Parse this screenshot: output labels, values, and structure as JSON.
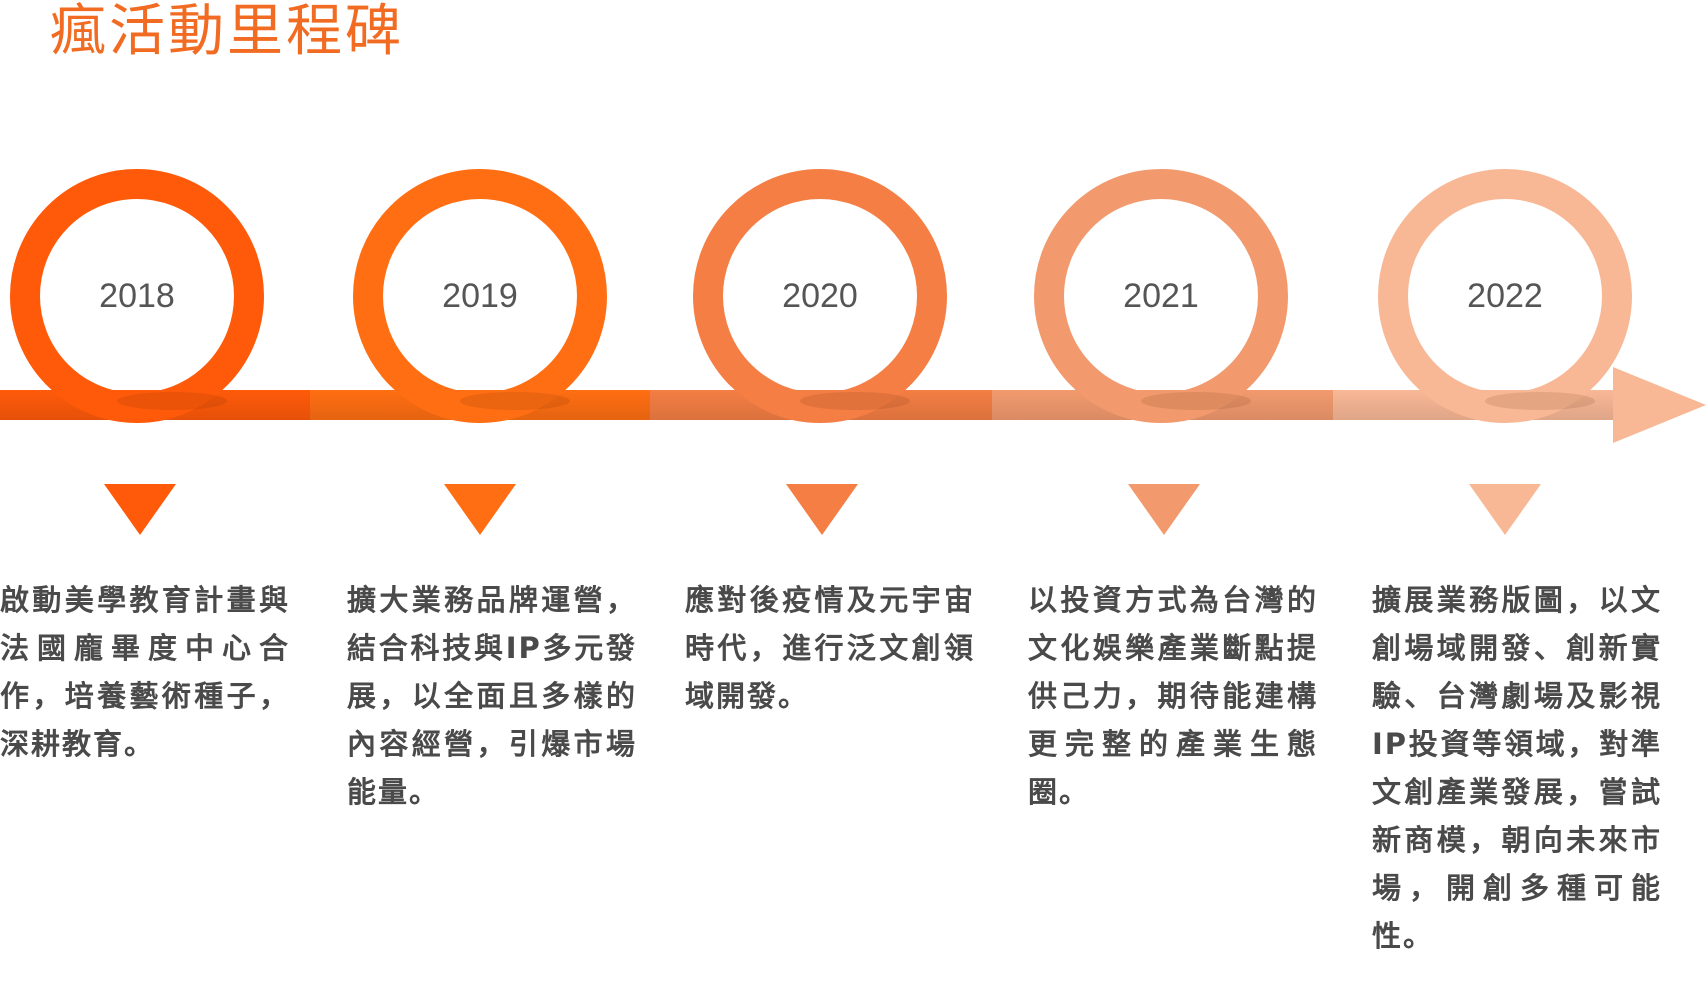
{
  "title": "瘋活動里程碑",
  "milestones": [
    {
      "year": "2018",
      "text": "啟動美學教育計畫與法國龐畢度中心合作，培養藝術種子，深耕教育。",
      "color": "#ff5a0a"
    },
    {
      "year": "2019",
      "text": "擴大業務品牌運營，結合科技與IP多元發展，以全面且多樣的內容經營，引爆市場能量。",
      "color": "#ff6e12"
    },
    {
      "year": "2020",
      "text": "應對後疫情及元宇宙時代，進行泛文創領域開發。",
      "color": "#f47e44"
    },
    {
      "year": "2021",
      "text": "以投資方式為台灣的文化娛樂產業斷點提供己力，期待能建構更完整的產業生態圈。",
      "color": "#f29a6e"
    },
    {
      "year": "2022",
      "text": "擴展業務版圖，以文創場域開發、創新實驗、台灣劇場及影視IP投資等領域，對準文創產業發展，嘗試新商模，朝向未來市場，開創多種可能性。",
      "color": "#f8b896"
    }
  ]
}
